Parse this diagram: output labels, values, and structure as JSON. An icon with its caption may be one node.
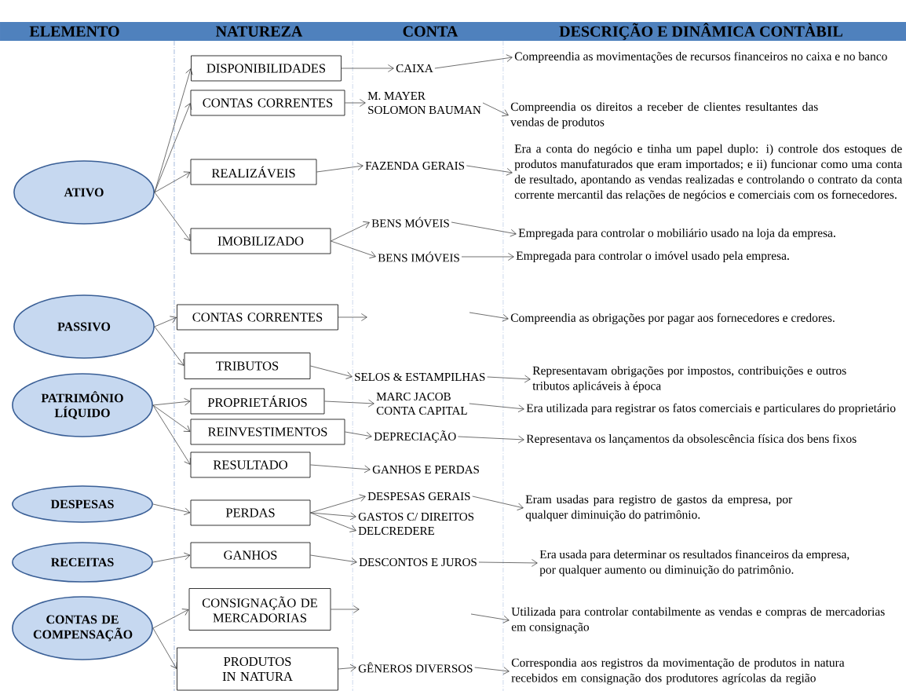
{
  "diagram": {
    "nodes": [
      {
        "text": [
          "ATIVO"
        ]
      },
      {
        "text": [
          "DISPONIBILIDADES"
        ]
      },
      {
        "text": [
          "CONTAS CORRENTES"
        ]
      },
      {
        "text": [
          "REALIZÁVEIS"
        ]
      },
      {
        "text": [
          "IMOBILIZADO"
        ]
      },
      {
        "text": [
          "CAIXA"
        ]
      },
      {
        "text": [
          "M. MAYER",
          "SOLOMON BAUMAN"
        ]
      },
      {
        "text": [
          "FAZENDA GERAIS"
        ]
      },
      {
        "text": [
          "BENS MÓVEIS"
        ]
      },
      {
        "text": [
          "BENS IMÓVEIS"
        ]
      },
      {
        "text": [
          "Compreendia as movimentações de recursos financeiros no caixa e no banco"
        ]
      },
      {
        "text": [
          "Compreendia os direitos a receber de clientes resultantes das vendas de produtos"
        ]
      },
      {
        "text": [
          "Era a conta do negócio e tinha um papel duplo: i) controle dos estoques de produtos manufaturados que eram importados; e ii) funcionar como uma conta de resultado, apontando as vendas realizadas e controlando o contrato da conta corrente mercantil das relações de negócios e comerciais com os fornecedores."
        ]
      },
      {
        "text": [
          "Empregada para controlar o mobiliário usado na loja da empresa."
        ]
      },
      {
        "text": [
          "Empregada para controlar o imóvel usado pela empresa."
        ]
      },
      {
        "text": [
          "PASSIVO"
        ]
      },
      {
        "text": [
          "CONTAS CORRENTES"
        ]
      },
      {
        "text": [
          "TRIBUTOS"
        ]
      },
      {
        "text": [
          "SELOS & ESTAMPILHAS"
        ]
      },
      {
        "text": [
          "Compreendia as obrigações por pagar aos fornecedores e credores."
        ]
      },
      {
        "text": [
          "Representavam obrigações por impostos, contribuições e outros tributos aplicáveis à época"
        ]
      },
      {
        "text": [
          "PATRIMÔNIO LÍQUIDO"
        ]
      },
      {
        "text": [
          "PROPRIETÁRIOS"
        ]
      },
      {
        "text": [
          "REINVESTIMENTOS"
        ]
      },
      {
        "text": [
          "RESULTADO"
        ]
      },
      {
        "text": [
          "MARC JACOB",
          "CONTA CAPITAL"
        ]
      },
      {
        "text": [
          "DEPRECIAÇÃO"
        ]
      },
      {
        "text": [
          "GANHOS E PERDAS"
        ]
      },
      {
        "text": [
          "Era utilizada para registrar os fatos comerciais e particulares do proprietário"
        ]
      },
      {
        "text": [
          "Representava os lançamentos da obsolescência física dos bens fixos"
        ]
      },
      {
        "text": [
          "DESPESAS"
        ]
      },
      {
        "text": [
          "PERDAS"
        ]
      },
      {
        "text": [
          "DESPESAS GERAIS"
        ]
      },
      {
        "text": [
          "GASTOS C/ DIREITOS"
        ]
      },
      {
        "text": [
          "DELCREDERE"
        ]
      },
      {
        "text": [
          "Eram usadas para registro de gastos da empresa, por qualquer diminuição do patrimônio."
        ]
      },
      {
        "text": [
          "RECEITAS"
        ]
      },
      {
        "text": [
          "GANHOS"
        ]
      },
      {
        "text": [
          "DESCONTOS E JUROS"
        ]
      },
      {
        "text": [
          "Era usada para determinar os resultados financeiros da empresa, por qualquer aumento ou diminuição do patrimônio."
        ]
      },
      {
        "text": [
          "CONTAS DE COMPENSAÇÃO"
        ]
      },
      {
        "text": [
          "CONSIGNAÇÃO DE MERCADORIAS"
        ]
      },
      {
        "text": [
          "PRODUTOS IN NATURA"
        ]
      },
      {
        "text": [
          "GÊNEROS DIVERSOS"
        ]
      },
      {
        "text": [
          "Utilizada para controlar contabilmente as vendas e compras de mercadorias em consignação"
        ]
      },
      {
        "text": [
          "Correspondia aos registros da movimentação de produtos in natura recebidos em consignação dos produtores agrícolas da região"
        ]
      }
    ],
    "edges": [
      {
        "from": 0,
        "to": 1,
        "arrow": "to"
      },
      {
        "from": 0,
        "to": 2,
        "arrow": "to"
      },
      {
        "from": 0,
        "to": 3,
        "arrow": "to"
      },
      {
        "from": 0,
        "to": 4,
        "arrow": "to"
      },
      {
        "from": 1,
        "to": 5,
        "arrow": "to"
      },
      {
        "from": 2,
        "to": 6,
        "arrow": "to"
      },
      {
        "from": 3,
        "to": 7,
        "arrow": "to"
      },
      {
        "from": 4,
        "to": 8,
        "arrow": "to"
      },
      {
        "from": 4,
        "to": 9,
        "arrow": "to"
      },
      {
        "from": 5,
        "to": 10,
        "arrow": "to"
      },
      {
        "from": 6,
        "to": 11,
        "arrow": "to"
      },
      {
        "from": 7,
        "to": 12,
        "arrow": "to"
      },
      {
        "from": 8,
        "to": 13,
        "arrow": "to"
      },
      {
        "from": 9,
        "to": 14,
        "arrow": "to"
      },
      {
        "from": 15,
        "to": 16,
        "arrow": "to"
      },
      {
        "from": 15,
        "to": 17,
        "arrow": "to"
      },
      {
        "from": 16,
        "to": null,
        "arrow": "to"
      },
      {
        "from": null,
        "to": 19,
        "arrow": "to"
      },
      {
        "from": 17,
        "to": 18,
        "arrow": "to"
      },
      {
        "from": 18,
        "to": 20,
        "arrow": "to"
      },
      {
        "from": 21,
        "to": 22,
        "arrow": "to"
      },
      {
        "from": 21,
        "to": 23,
        "arrow": "to"
      },
      {
        "from": 21,
        "to": 24,
        "arrow": "to"
      },
      {
        "from": 22,
        "to": 25,
        "arrow": "to"
      },
      {
        "from": 23,
        "to": 26,
        "arrow": "to"
      },
      {
        "from": 24,
        "to": 27,
        "arrow": "to"
      },
      {
        "from": 25,
        "to": 28,
        "arrow": "to"
      },
      {
        "from": 26,
        "to": 29,
        "arrow": "to"
      },
      {
        "from": 30,
        "to": 31,
        "arrow": "to"
      },
      {
        "from": 31,
        "to": 32,
        "arrow": "to"
      },
      {
        "from": 31,
        "to": 33,
        "arrow": "to"
      },
      {
        "from": 31,
        "to": 34,
        "arrow": "to"
      },
      {
        "from": 32,
        "to": 35,
        "arrow": "to"
      },
      {
        "from": 36,
        "to": 37,
        "arrow": "to"
      },
      {
        "from": 37,
        "to": 38,
        "arrow": "to"
      },
      {
        "from": 38,
        "to": 39,
        "arrow": "to"
      },
      {
        "from": 40,
        "to": 41,
        "arrow": "to"
      },
      {
        "from": 40,
        "to": 42,
        "arrow": "to"
      },
      {
        "from": 41,
        "to": null,
        "arrow": "to"
      },
      {
        "from": null,
        "to": 44,
        "arrow": "to"
      },
      {
        "from": 42,
        "to": 43,
        "arrow": "to"
      },
      {
        "from": 43,
        "to": 45,
        "arrow": "to"
      }
    ],
    "labels": [
      "ELEMENTO",
      "NATUREZA",
      "CONTA",
      "DESCRIÇÃO E DINÂMICA CONTÀBIL"
    ]
  }
}
